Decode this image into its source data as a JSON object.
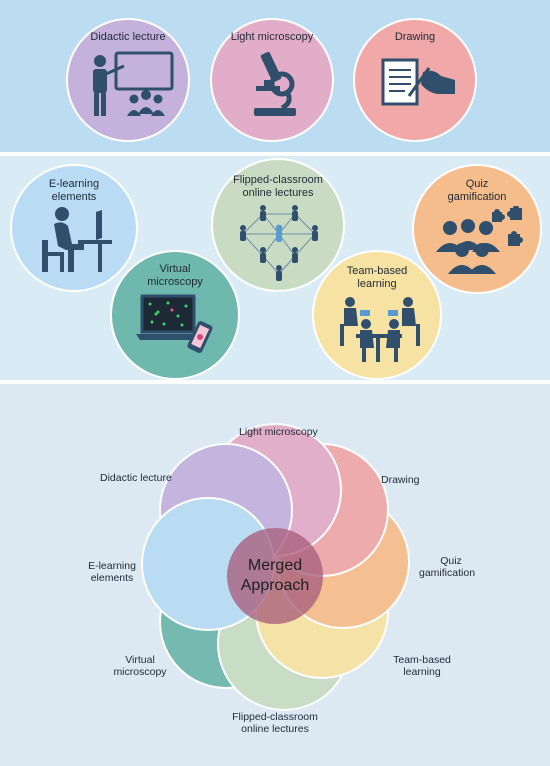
{
  "top_row": {
    "didactic_lecture": "Didactic lecture",
    "light_microscopy": "Light microscopy",
    "drawing": "Drawing"
  },
  "middle_row": {
    "elearning_line1": "E-learning",
    "elearning_line2": "elements",
    "virtual_line1": "Virtual",
    "virtual_line2": "microscopy",
    "flipped_line1": "Flipped-classroom",
    "flipped_line2": "online lectures",
    "team_line1": "Team-based",
    "team_line2": "learning",
    "quiz_line1": "Quiz",
    "quiz_line2": "gamification"
  },
  "merged": {
    "center_line1": "Merged",
    "center_line2": "Approach",
    "light_microscopy": "Light microscopy",
    "drawing": "Drawing",
    "quiz_line1": "Quiz",
    "quiz_line2": "gamification",
    "team_line1": "Team-based",
    "team_line2": "learning",
    "flipped_line1": "Flipped-classroom",
    "flipped_line2": "online lectures",
    "virtual_line1": "Virtual",
    "virtual_line2": "microscopy",
    "elearning_line1": "E-learning",
    "elearning_line2": "elements",
    "didactic_lecture": "Didactic lecture"
  },
  "colors": {
    "didactic": "#c4b2dc",
    "light_microscopy": "#e2adc8",
    "drawing": "#f0a8a8",
    "quiz": "#f6bd8c",
    "team": "#f6e2a2",
    "flipped": "#c9dcc3",
    "virtual": "#6fb8ad",
    "elearning": "#b9dcf4",
    "icon": "#2f4f6c",
    "center": "#a85f7c"
  },
  "icons": [
    "teacher-board-icon",
    "microscope-icon",
    "drawing-hand-icon",
    "person-computer-icon",
    "laptop-phone-icon",
    "network-people-icon",
    "team-table-icon",
    "people-puzzle-icon"
  ]
}
